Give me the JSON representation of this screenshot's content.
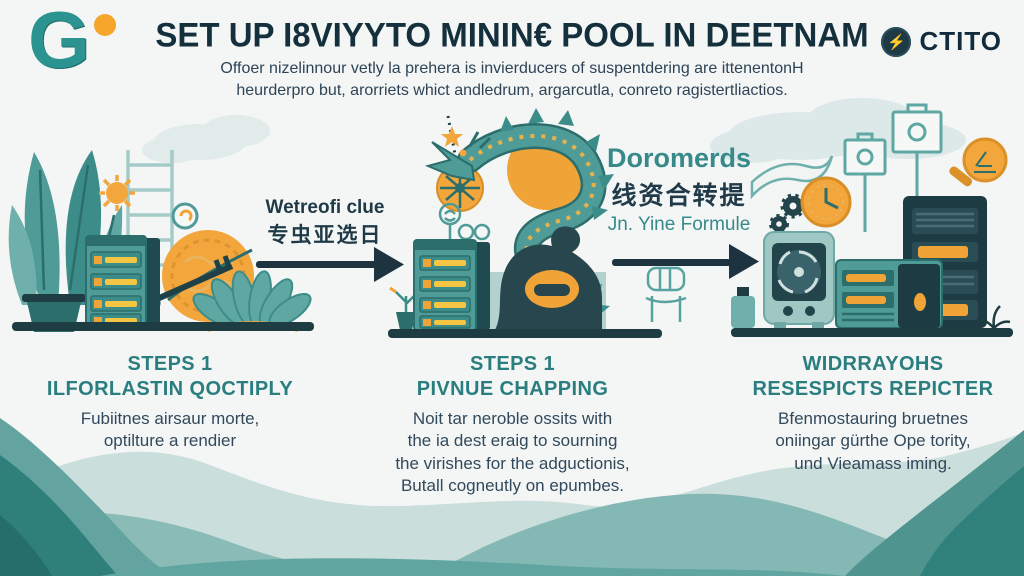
{
  "brand_left": {
    "letter": "G"
  },
  "brand_right": {
    "icon": "⚡",
    "label": "CTITO"
  },
  "header": {
    "title": "SET UP I8VIYYTO MININ€ POOL IN DEETNAM",
    "subtitle": [
      "Offoer nizelinnour vetly la prehera is invierducers of suspentdering are ittenentonH",
      "heurderpro but, arorriets whict andledrum, argarcutla, conreto ragistertliactios."
    ]
  },
  "flow_labels": {
    "between_1_2": {
      "line1": "Wetreofi clue",
      "line2": "专虫亚选日"
    },
    "between_2_3": {
      "line1": "Doromerds",
      "line2": "线资合转提",
      "line3": "Jn. Yine Formule"
    }
  },
  "steps": [
    {
      "kicker": "STEPS 1",
      "heading": "ILFORLASTIN QOCTIPLY",
      "body": [
        "Fubiitnes airsaur morte,",
        "optilture a rendier"
      ]
    },
    {
      "kicker": "STEPS 1",
      "heading": "PIVNUE CHAPPING",
      "body": [
        "Noit tar neroble ossits with",
        "the ia dest eraig to sourning",
        "the virishes for the adguctionis,",
        "Butall cogneutly on epumbes."
      ]
    },
    {
      "kicker": "WIDRRAYOHS",
      "heading": "RESESPICTS REPICTER",
      "body": [
        "Bfenmostauring bruetnes",
        "oniingar gürthe Ope tority,",
        "und Vieamass iming."
      ]
    }
  ],
  "icons": {
    "left_logo": "g-ring-with-orange-dot",
    "right_logo": "bolt-in-dark-circle",
    "scene1": [
      "plant",
      "server-cabinet",
      "gold-coin",
      "key",
      "lotus-flower",
      "sun-gear",
      "ladder"
    ],
    "scene2": [
      "dragon",
      "sun-disc",
      "wrecking-ball-compass",
      "chain-star",
      "server-cabinet",
      "miner-figure",
      "potted-sprout",
      "brain-sign",
      "glasses"
    ],
    "scene3": [
      "fan-rig",
      "mining-rig-desk",
      "mining-rig-tower",
      "magnifier-coin",
      "clock-coin",
      "gears",
      "ribbon",
      "signboards",
      "bottle"
    ]
  },
  "colors": {
    "background": "#f3f6f5",
    "title_navy": "#14303c",
    "teal_heading": "#2b7e7f",
    "body_text": "#32495c",
    "teal_main": "#4f9b98",
    "teal_dark": "#2c6e6b",
    "shelf_dark": "#1e3d43",
    "orange": "#f2a63b",
    "yellow_bar": "#f5c544",
    "mountain_light": "#cadedb",
    "mountain_dark": "#2f7f7b"
  }
}
